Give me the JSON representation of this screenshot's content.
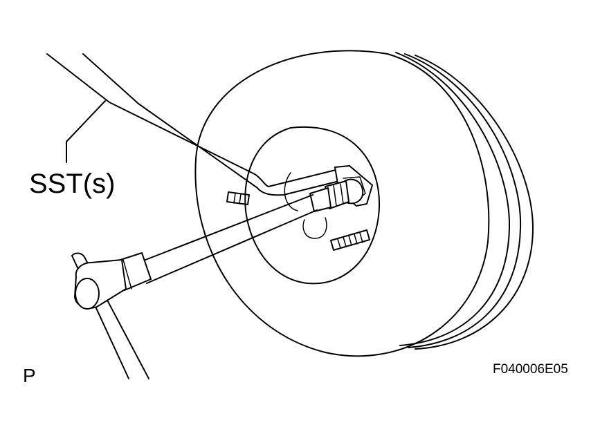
{
  "labels": {
    "sst": "SST(s)",
    "view": "P",
    "figure_code": "F040006E05"
  },
  "colors": {
    "ink": "#000000",
    "paper": "#ffffff"
  }
}
